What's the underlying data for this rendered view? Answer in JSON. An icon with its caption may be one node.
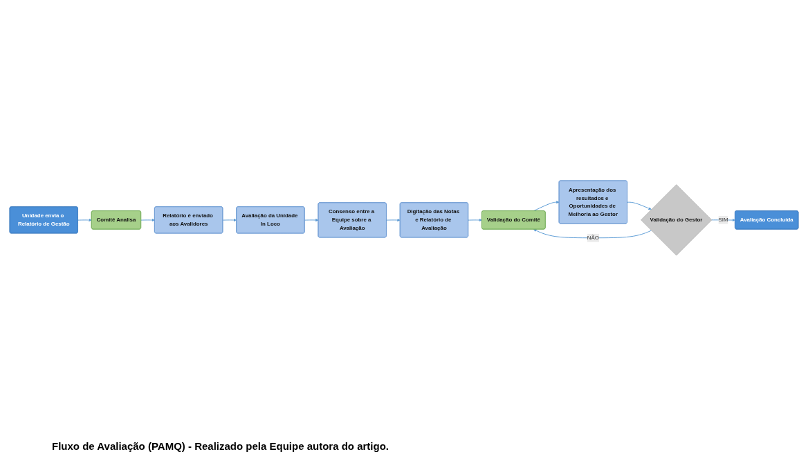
{
  "diagram": {
    "caption": "Fluxo de Avaliação (PAMQ) - Realizado pela Equipe autora do artigo.",
    "nodes": [
      {
        "text": [
          "Unidade envia o Relatório de Gestão"
        ]
      },
      {
        "text": [
          "Comitê Analisa"
        ]
      },
      {
        "text": [
          "Relatório é enviado aos Avalidores"
        ]
      },
      {
        "text": [
          "Avaliação da Unidade In Loco"
        ]
      },
      {
        "text": [
          "Consenso entre a Equipe sobre a Avaliação"
        ]
      },
      {
        "text": [
          "Digitação das Notas e Relatório de Avaliação"
        ]
      },
      {
        "text": [
          "Validação do Comitê"
        ]
      },
      {
        "text": [
          "Apresentação dos resultados e Oportunidades de Melhoria ao Gestor"
        ]
      },
      {
        "text": [
          "Validação do Gestor"
        ]
      },
      {
        "text": [
          "Avaliação Concluída"
        ]
      }
    ],
    "edges": [
      {
        "from": 0,
        "to": 1,
        "arrow": "to"
      },
      {
        "from": 1,
        "to": 2,
        "arrow": "to"
      },
      {
        "from": 2,
        "to": 3,
        "arrow": "to"
      },
      {
        "from": 3,
        "to": 4,
        "arrow": "to"
      },
      {
        "from": 4,
        "to": 5,
        "arrow": "to"
      },
      {
        "from": 5,
        "to": 6,
        "arrow": "to"
      },
      {
        "from": 6,
        "to": 7,
        "arrow": "to"
      },
      {
        "from": 7,
        "to": 8,
        "arrow": "to"
      },
      {
        "from": 8,
        "to": 6,
        "arrow": "to",
        "label": "NÃO"
      },
      {
        "from": 8,
        "to": 9,
        "arrow": "to",
        "label": "SIM"
      }
    ]
  }
}
